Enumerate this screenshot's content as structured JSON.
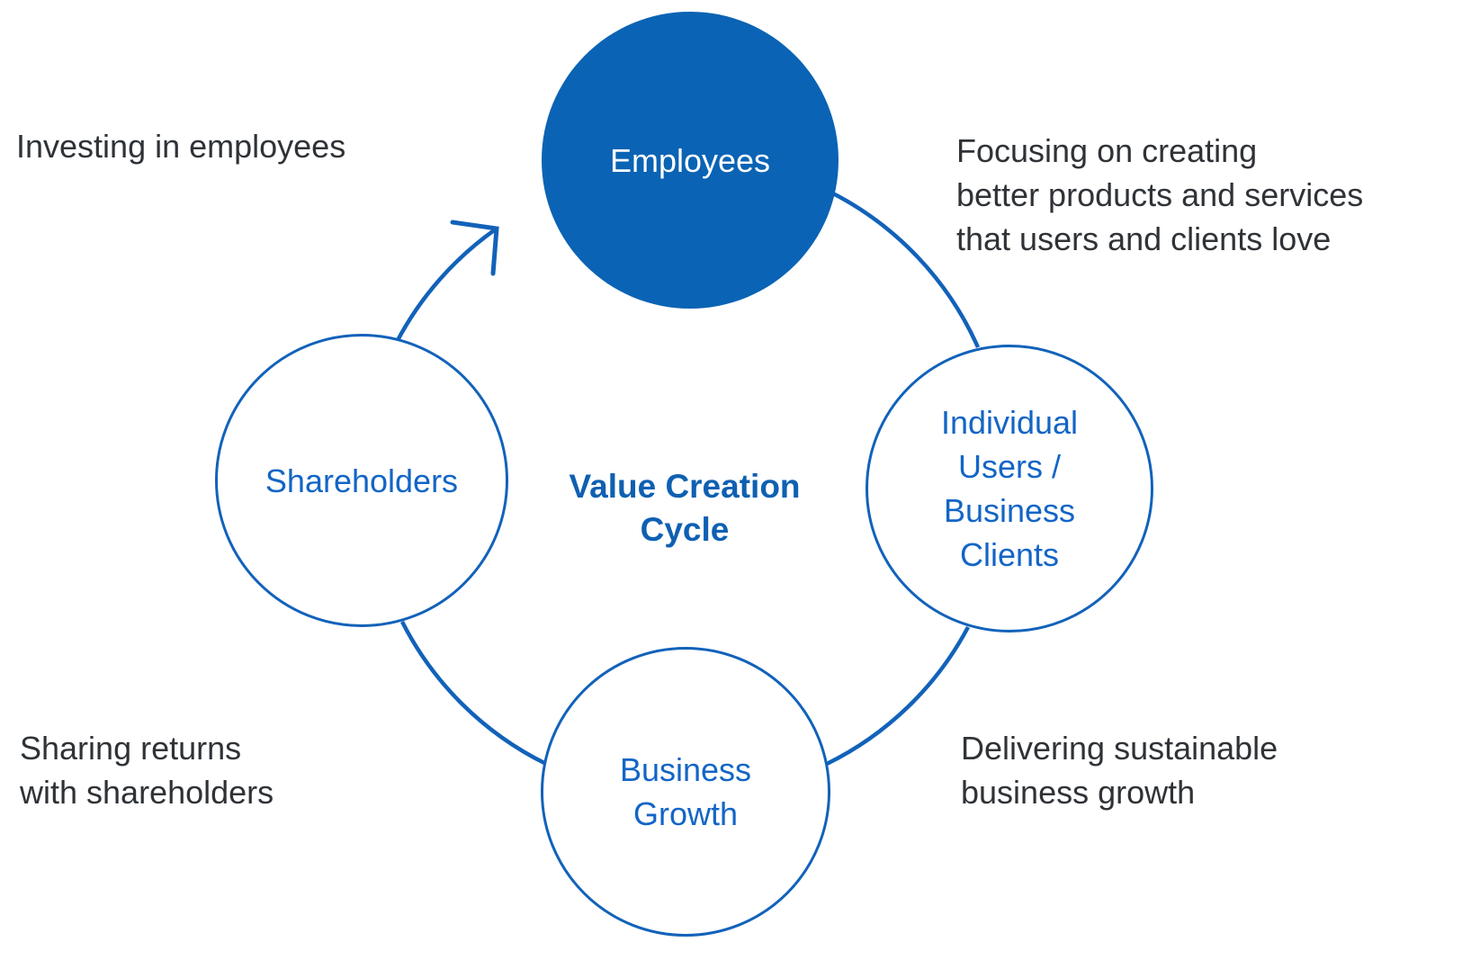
{
  "title": {
    "line1": "Value Creation",
    "line2": "Cycle"
  },
  "nodes": {
    "employees": {
      "label": "Employees"
    },
    "users": {
      "line1": "Individual",
      "line2": "Users /",
      "line3": "Business",
      "line4": "Clients"
    },
    "growth": {
      "line1": "Business",
      "line2": "Growth"
    },
    "shareholders": {
      "label": "Shareholders"
    }
  },
  "annotations": {
    "investing": {
      "line1": "Investing in employees"
    },
    "focusing": {
      "line1": "Focusing on creating",
      "line2": "better products and services",
      "line3": "that users and clients love"
    },
    "sharing": {
      "line1": "Sharing returns",
      "line2": "with shareholders"
    },
    "delivering": {
      "line1": "Delivering sustainable",
      "line2": "business growth"
    }
  },
  "colors": {
    "fill_blue": "#0a63b4",
    "line_blue": "#1262ba",
    "text_blue": "#1365c6",
    "title_blue": "#0f60b2",
    "dark_text": "#2f3337",
    "background": "#ffffff"
  }
}
